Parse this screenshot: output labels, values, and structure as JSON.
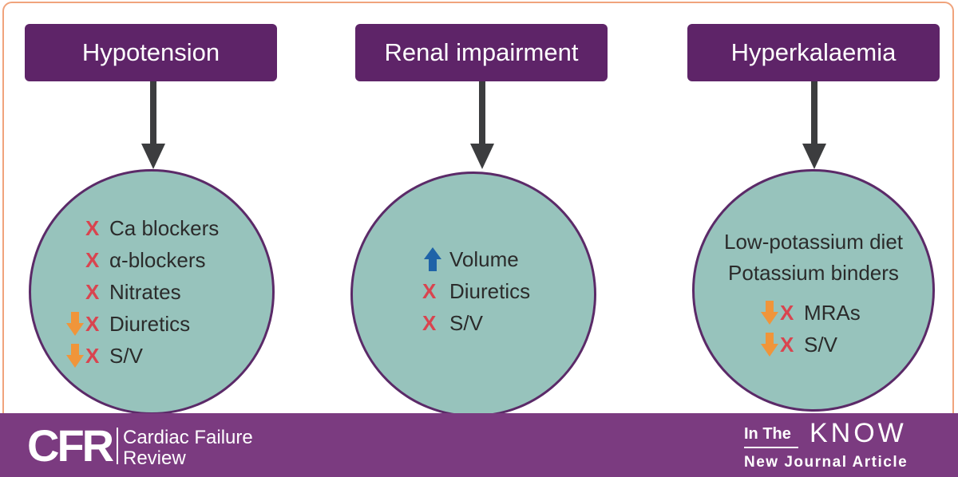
{
  "columns": [
    {
      "title": "Hypotension",
      "items": [
        {
          "icon": "cross-icon",
          "text": "Ca blockers"
        },
        {
          "icon": "cross-icon",
          "text": "α-blockers"
        },
        {
          "icon": "cross-icon",
          "text": "Nitrates"
        },
        {
          "icon": "down-arrow-cross-icon",
          "text": "Diuretics"
        },
        {
          "icon": "down-arrow-cross-icon",
          "text": "S/V"
        }
      ]
    },
    {
      "title": "Renal impairment",
      "items": [
        {
          "icon": "up-arrow-icon",
          "text": "Volume"
        },
        {
          "icon": "cross-icon",
          "text": "Diuretics"
        },
        {
          "icon": "cross-icon",
          "text": "S/V"
        }
      ]
    },
    {
      "title": "Hyperkalaemia",
      "plain": [
        "Low-potassium diet",
        "Potassium binders"
      ],
      "items": [
        {
          "icon": "down-arrow-cross-icon",
          "text": "MRAs"
        },
        {
          "icon": "down-arrow-cross-icon",
          "text": "S/V"
        }
      ]
    }
  ],
  "footer": {
    "logo_abbrev": "CFR",
    "logo_line1": "Cardiac Failure",
    "logo_line2": "Review",
    "badge_in_the": "In The",
    "badge_know": "KNOW",
    "badge_sub": "New Journal Article"
  },
  "colors": {
    "header_bg": "#5e2468",
    "circle_fill": "#97c3bc",
    "circle_border": "#5b2a68",
    "cross": "#d9444f",
    "down_arrow": "#f0953a",
    "up_arrow": "#1f63a8",
    "footer_bg": "#7b3b80",
    "frame_border": "#f0a37c"
  }
}
